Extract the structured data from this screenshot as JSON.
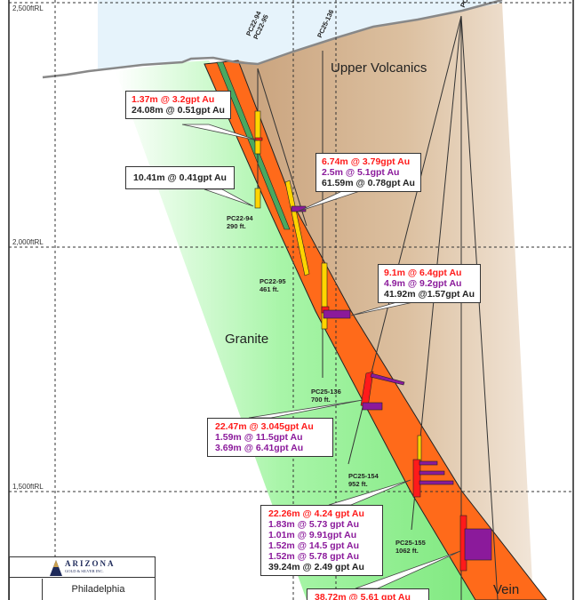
{
  "levels": [
    "2,500ftRL",
    "2,000ftRL",
    "1,500ftRL"
  ],
  "units": {
    "upper_volcanics": "Upper Volcanics",
    "granite": "Granite",
    "vein": "Vein"
  },
  "colors": {
    "vein": "#ff6a1a",
    "granite": "#8ef08e",
    "volcanics": "#d7b894",
    "sky": "#e6f3fb",
    "red": "#ff1a1a",
    "purple": "#8b1a9b",
    "yellow": "#ffd400"
  },
  "collar_labels": {
    "pc22_94": "PC22-94",
    "pc22_95": "PC22-95",
    "pc25_136": "PC25-136",
    "cut": "PC"
  },
  "drillholes": [
    {
      "id": "PC22-94",
      "depth": "290 ft."
    },
    {
      "id": "PC22-95",
      "depth": "461 ft."
    },
    {
      "id": "PC25-136",
      "depth": "700 ft."
    },
    {
      "id": "PC25-154",
      "depth": "952 ft."
    },
    {
      "id": "PC25-155",
      "depth": "1062 ft."
    }
  ],
  "callouts": [
    {
      "lines": [
        {
          "text": "1.37m @ 3.2gpt Au",
          "c": "red"
        },
        {
          "text": "24.08m @ 0.51gpt Au",
          "c": "blk"
        }
      ]
    },
    {
      "lines": [
        {
          "text": "10.41m @ 0.41gpt Au",
          "c": "blk"
        }
      ]
    },
    {
      "lines": [
        {
          "text": "6.74m @ 3.79gpt Au",
          "c": "red"
        },
        {
          "text": "2.5m @ 5.1gpt Au",
          "c": "pur"
        },
        {
          "text": "61.59m @ 0.78gpt Au",
          "c": "blk"
        }
      ]
    },
    {
      "lines": [
        {
          "text": "9.1m @ 6.4gpt Au",
          "c": "red"
        },
        {
          "text": "4.9m @ 9.2gpt Au",
          "c": "pur"
        },
        {
          "text": "41.92m @1.57gpt Au",
          "c": "blk"
        }
      ]
    },
    {
      "lines": [
        {
          "text": "22.47m @ 3.045gpt Au",
          "c": "red"
        },
        {
          "text": "1.59m @ 11.5gpt Au",
          "c": "pur"
        },
        {
          "text": "3.69m @ 6.41gpt Au",
          "c": "pur"
        }
      ]
    },
    {
      "lines": [
        {
          "text": "22.26m @ 4.24 gpt Au",
          "c": "red"
        },
        {
          "text": "1.83m @ 5.73 gpt Au",
          "c": "pur"
        },
        {
          "text": "1.01m @ 9.91gpt Au",
          "c": "pur"
        },
        {
          "text": "1.52m @ 14.5 gpt Au",
          "c": "pur"
        },
        {
          "text": "1.52m @ 5.78 gpt Au",
          "c": "pur"
        },
        {
          "text": "39.24m @ 2.49 gpt Au",
          "c": "blk"
        }
      ]
    },
    {
      "lines": [
        {
          "text": "38.72m @ 5.61 gpt Au",
          "c": "red"
        }
      ]
    }
  ],
  "title_block": {
    "company": "ARIZONA",
    "company_sub": "GOLD & SILVER INC.",
    "project": "Philadelphia"
  }
}
